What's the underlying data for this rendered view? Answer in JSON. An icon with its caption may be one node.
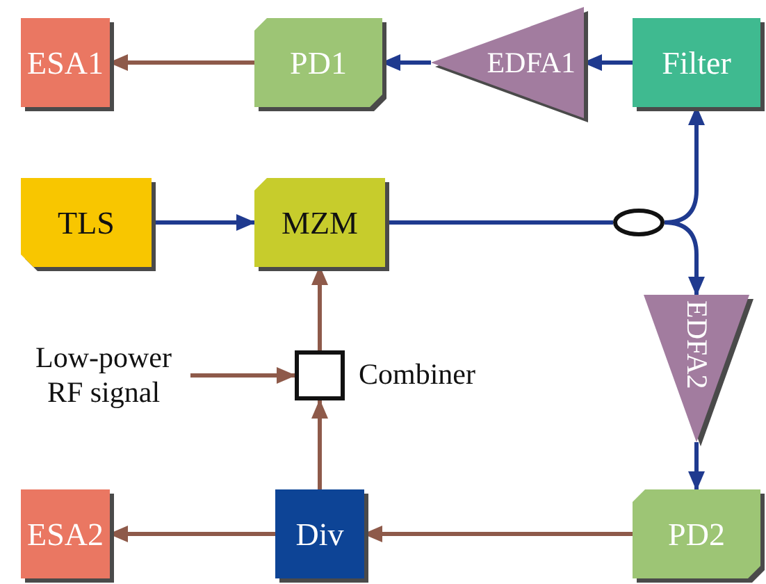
{
  "diagram": {
    "nodes": [
      {
        "text": [
          "ESA1"
        ]
      },
      {
        "text": [
          "PD1"
        ]
      },
      {
        "text": [
          "EDFA1"
        ]
      },
      {
        "text": [
          "Filter"
        ]
      },
      {
        "text": [
          "TLS"
        ]
      },
      {
        "text": [
          "MZM"
        ]
      },
      {
        "text": [],
        "shape": "circle"
      },
      {
        "text": [
          "EDFA2"
        ]
      },
      {
        "text": [
          "Low-power RF signal"
        ]
      },
      {
        "text": [],
        "shape": "box",
        "beside": [
          "Combiner"
        ]
      },
      {
        "text": [
          "ESA2"
        ]
      },
      {
        "text": [
          "Div"
        ]
      },
      {
        "text": [
          "PD2"
        ]
      }
    ],
    "edges": [
      {
        "from": 1,
        "to": 0,
        "arrow": "to",
        "color": "#8e5a4a"
      },
      {
        "from": 2,
        "to": 1,
        "arrow": "to"
      },
      {
        "from": 3,
        "to": 2,
        "arrow": "to"
      },
      {
        "from": 4,
        "to": 5,
        "arrow": "to"
      },
      {
        "from": 5,
        "to": 6,
        "arrow": "none"
      },
      {
        "from": 6,
        "to": 3,
        "arrow": "to"
      },
      {
        "from": 6,
        "to": 7,
        "arrow": "to"
      },
      {
        "from": 7,
        "to": 12,
        "arrow": "to"
      },
      {
        "from": 12,
        "to": 11,
        "arrow": "to",
        "color": "#8e5a4a"
      },
      {
        "from": 11,
        "to": 10,
        "arrow": "to",
        "color": "#8e5a4a"
      },
      {
        "from": 11,
        "to": 9,
        "arrow": "to",
        "color": "#8e5a4a"
      },
      {
        "from": 8,
        "to": 9,
        "arrow": "to",
        "color": "#8e5a4a"
      },
      {
        "from": 9,
        "to": 5,
        "arrow": "to",
        "color": "#8e5a4a"
      }
    ]
  }
}
